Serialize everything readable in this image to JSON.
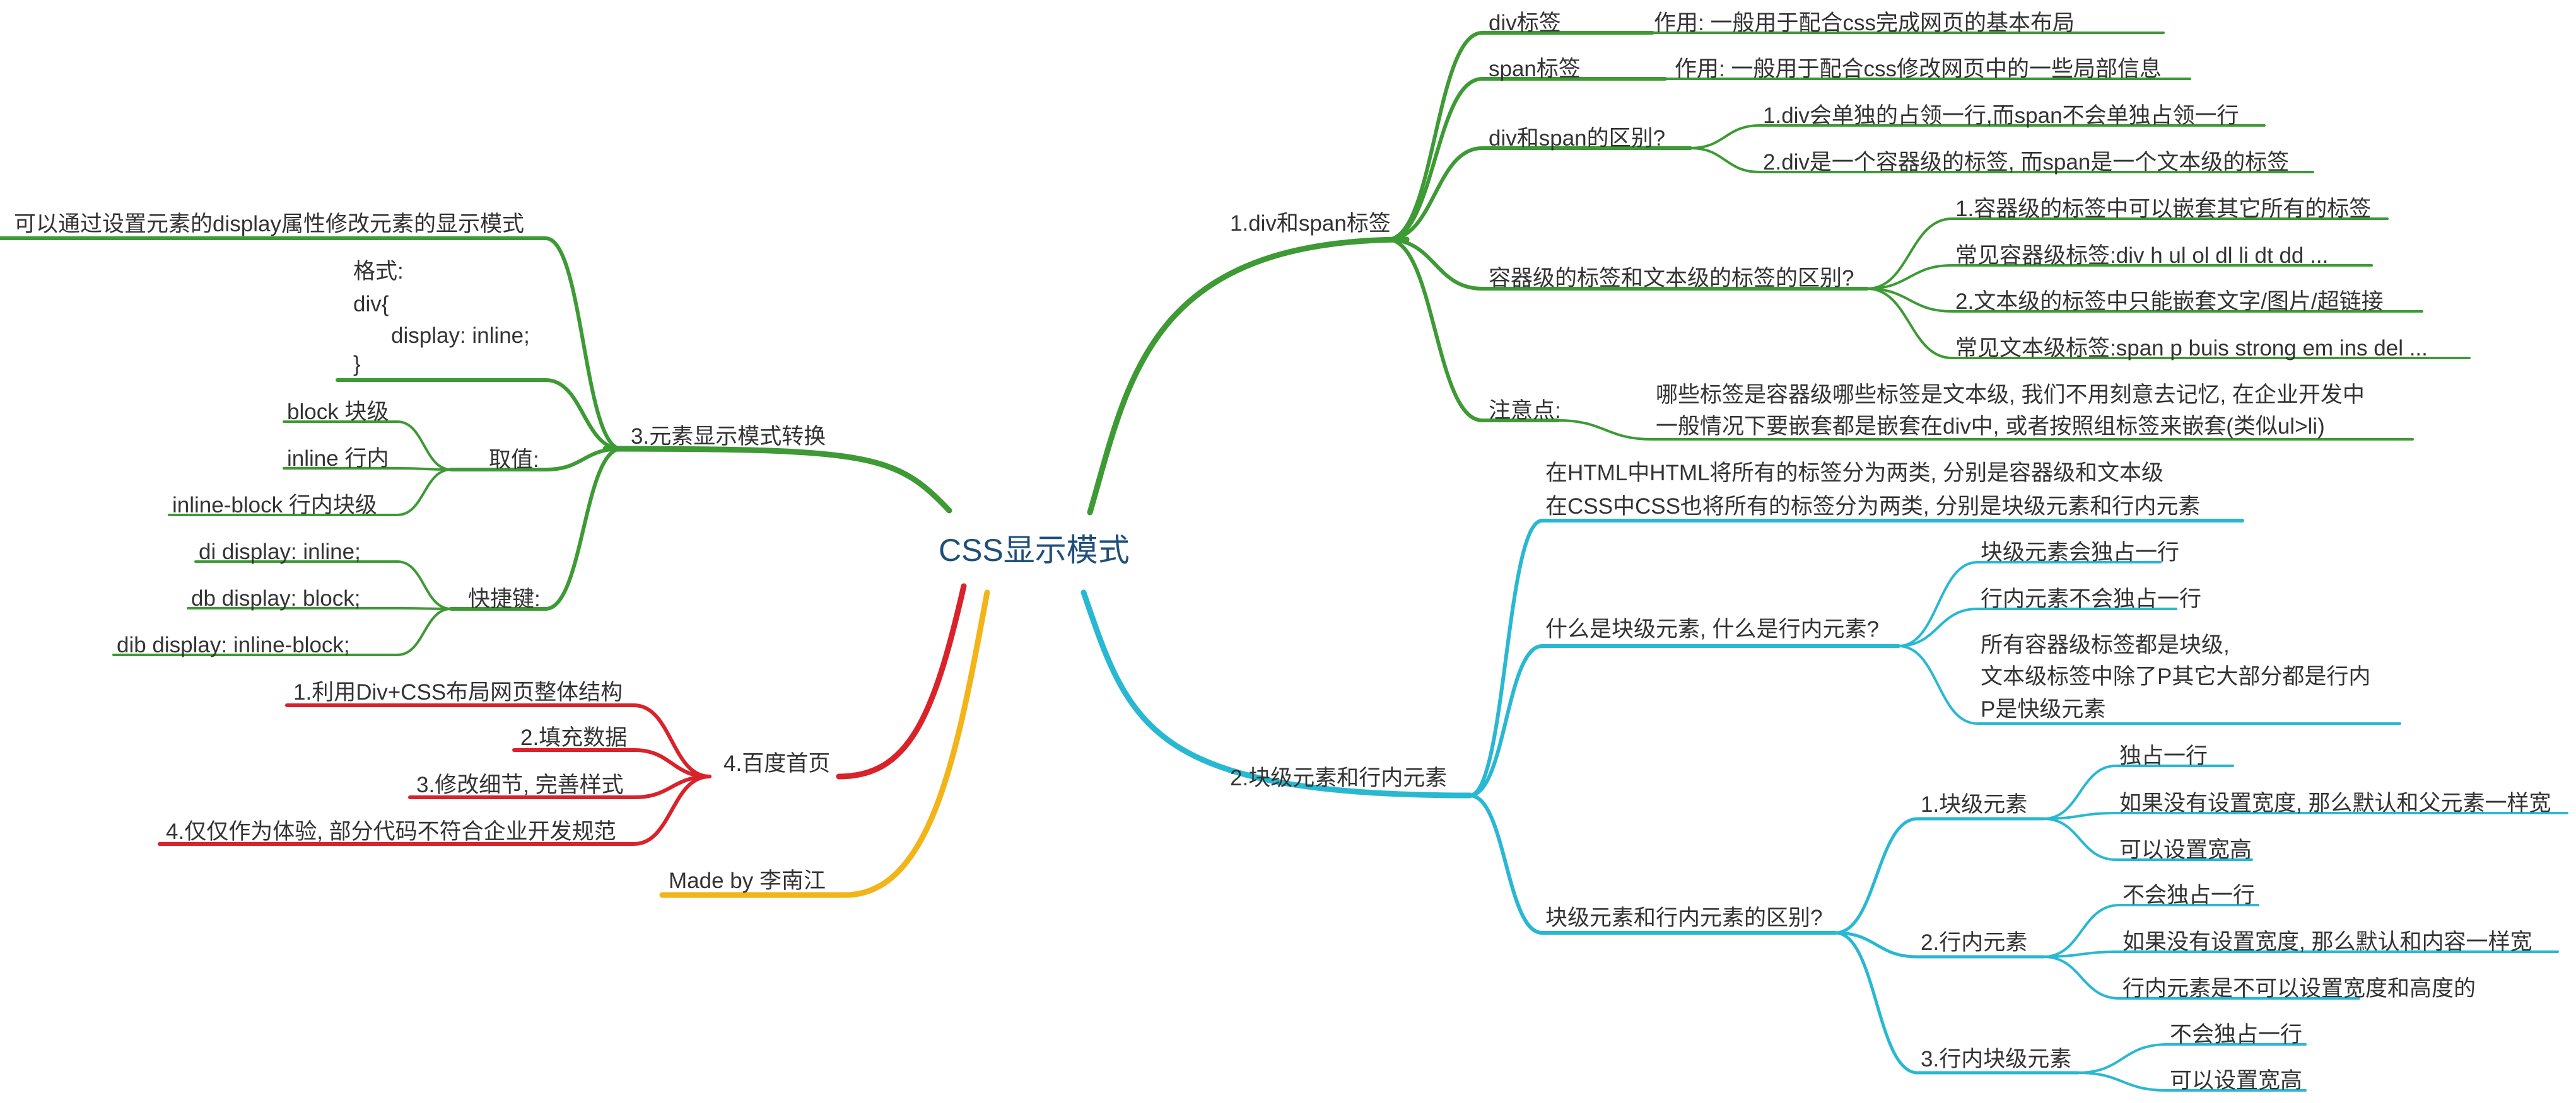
{
  "colors": {
    "green": "#3d9a34",
    "cyan": "#29b8d2",
    "red": "#d9222a",
    "orange": "#f2b418",
    "text": "#333333",
    "root_text": "#1e4f7a"
  },
  "root": "CSS显示模式",
  "branch_div_span": {
    "title": "1.div和span标签",
    "div_tag": "div标签",
    "div_use": "作用: 一般用于配合css完成网页的基本布局",
    "span_tag": "span标签",
    "span_use": "作用: 一般用于配合css修改网页中的一些局部信息",
    "diff_label": "div和span的区别?",
    "diff_1": "1.div会单独的占领一行,而span不会单独占领一行",
    "diff_2": "2.div是一个容器级的标签, 而span是一个文本级的标签",
    "container_label": "容器级的标签和文本级的标签的区别?",
    "container_1": "1.容器级的标签中可以嵌套其它所有的标签",
    "container_2": "常见容器级标签:div h ul ol dl li dt dd ...",
    "container_3": "2.文本级的标签中只能嵌套文字/图片/超链接",
    "container_4": "常见文本级标签:span p buis strong em ins del ...",
    "note_label": "注意点:",
    "note_1": "哪些标签是容器级哪些标签是文本级, 我们不用刻意去记忆, 在企业开发中",
    "note_2": "一般情况下要嵌套都是嵌套在div中, 或者按照组标签来嵌套(类似ul>li)"
  },
  "branch_block_inline": {
    "title": "2.块级元素和行内元素",
    "intro_1": "在HTML中HTML将所有的标签分为两类, 分别是容器级和文本级",
    "intro_2": "在CSS中CSS也将所有的标签分为两类, 分别是块级元素和行内元素",
    "what_label": "什么是块级元素, 什么是行内元素?",
    "what_1": "块级元素会独占一行",
    "what_2": "行内元素不会独占一行",
    "what_3a": "所有容器级标签都是块级,",
    "what_3b": "文本级标签中除了P其它大部分都是行内",
    "what_3c": "P是快级元素",
    "diff_label": "块级元素和行内元素的区别?",
    "block_label": "1.块级元素",
    "block_1": "独占一行",
    "block_2": "如果没有设置宽度, 那么默认和父元素一样宽",
    "block_3": "可以设置宽高",
    "inline_label": "2.行内元素",
    "inline_1": "不会独占一行",
    "inline_2": "如果没有设置宽度, 那么默认和内容一样宽",
    "inline_3": "行内元素是不可以设置宽度和高度的",
    "ib_label": "3.行内块级元素",
    "ib_1": "不会独占一行",
    "ib_2": "可以设置宽高"
  },
  "branch_display": {
    "title": "3.元素显示模式转换",
    "desc": "可以通过设置元素的display属性修改元素的显示模式",
    "format_1": "格式:",
    "format_2": "div{",
    "format_3": "display: inline;",
    "format_4": "}",
    "values_label": "取值:",
    "value_1": "block 块级",
    "value_2": "inline 行内",
    "value_3": "inline-block 行内块级",
    "shortcut_label": "快捷键:",
    "shortcut_1": "di display: inline;",
    "shortcut_2": "db display: block;",
    "shortcut_3": "dib display: inline-block;"
  },
  "branch_baidu": {
    "title": "4.百度首页",
    "step_1": "1.利用Div+CSS布局网页整体结构",
    "step_2": "2.填充数据",
    "step_3": "3.修改细节, 完善样式",
    "step_4": "4.仅仅作为体验, 部分代码不符合企业开发规范"
  },
  "branch_author": {
    "label": "Made by 李南江"
  }
}
